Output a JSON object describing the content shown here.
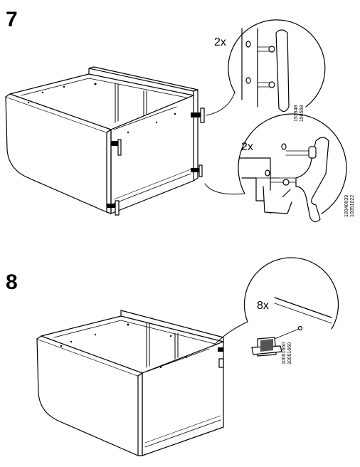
{
  "steps": [
    {
      "number": "7",
      "callouts": [
        {
          "quantity": "2x",
          "part_numbers": [
            "153548",
            "158568"
          ]
        },
        {
          "quantity": "2x",
          "part_numbers": [
            "10040039",
            "10051022"
          ]
        }
      ]
    },
    {
      "number": "8",
      "callouts": [
        {
          "quantity": "8x",
          "part_numbers": [
            "10051650",
            "10051660"
          ]
        }
      ]
    }
  ]
}
